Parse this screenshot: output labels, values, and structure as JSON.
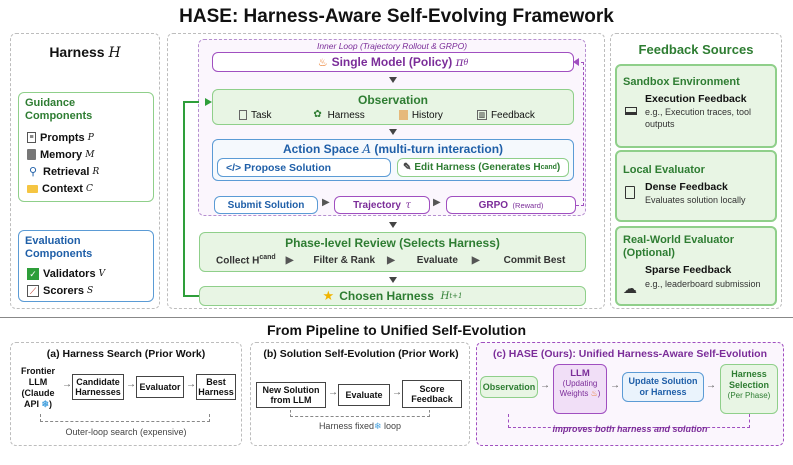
{
  "title": "HASE: Harness-Aware Self-Evolving Framework",
  "harness": {
    "title": "Harness",
    "symbol": "H",
    "guidance_title": "Guidance Components",
    "guidance": [
      {
        "label": "Prompts",
        "sym": "P",
        "icon": "document-icon"
      },
      {
        "label": "Memory",
        "sym": "M",
        "icon": "memory-icon"
      },
      {
        "label": "Retrieval",
        "sym": "R",
        "icon": "magnifier-icon"
      },
      {
        "label": "Context",
        "sym": "C",
        "icon": "folder-icon"
      }
    ],
    "evaluation_title": "Evaluation Components",
    "evaluation": [
      {
        "label": "Validators",
        "sym": "V",
        "icon": "checkmark-icon"
      },
      {
        "label": "Scorers",
        "sym": "S",
        "icon": "chart-icon"
      }
    ]
  },
  "center": {
    "inner_loop": "Inner Loop (Trajectory Rollout & GRPO)",
    "policy": "Single Model (Policy)",
    "policy_sym": "π",
    "policy_sub": "θ",
    "observation": "Observation",
    "obs_items": [
      "Task",
      "Harness",
      "History",
      "Feedback"
    ],
    "action_title": "Action Space",
    "action_sym": "A",
    "action_suffix": "(multi-turn interaction)",
    "propose": "</> Propose Solution",
    "edit": "Edit Harness (Generates H",
    "edit_sup": "cand",
    "edit_end": ")",
    "submit": "Submit Solution",
    "trajectory": "Trajectory",
    "trajectory_sym": "τ",
    "grpo": "GRPO",
    "grpo_note": "(Reward)",
    "review_title": "Phase-level Review (Selects Harness)",
    "review_steps": [
      "Collect H",
      "Filter & Rank",
      "Evaluate",
      "Commit Best"
    ],
    "review_sup": "cand",
    "chosen": "Chosen Harness",
    "chosen_sym": "H",
    "chosen_sub": "t+1"
  },
  "feedback": {
    "title": "Feedback Sources",
    "sources": [
      {
        "name": "Sandbox Environment",
        "kind": "Execution Feedback",
        "desc": "e.g., Execution traces, tool outputs"
      },
      {
        "name": "Local Evaluator",
        "kind": "Dense Feedback",
        "desc": "Evaluates solution locally"
      },
      {
        "name": "Real-World Evaluator (Optional)",
        "kind": "Sparse Feedback",
        "desc": "e.g., leaderboard submission"
      }
    ]
  },
  "bottom": {
    "title": "From Pipeline to Unified Self-Evolution",
    "a": {
      "title": "(a) Harness Search (Prior Work)",
      "llm": "Frontier LLM (Claude API",
      "nodes": [
        "Candidate Harnesses",
        "Evaluator",
        "Best Harness"
      ],
      "loop": "Outer-loop search (expensive)"
    },
    "b": {
      "title": "(b) Solution Self-Evolution (Prior Work)",
      "nodes": [
        "New Solution from LLM",
        "Evaluate",
        "Score Feedback"
      ],
      "loop": "Harness fixed",
      "loop_end": "loop"
    },
    "c": {
      "title": "(c) HASE (Ours): Unified Harness-Aware Self-Evolution",
      "observation": "Observation",
      "llm": "LLM",
      "llm_sub": "(Updating Weights",
      "update": "Update Solution or Harness",
      "selection": "Harness Selection",
      "selection_sub": "(Per Phase)",
      "loop": "improves both harness and solution"
    }
  }
}
